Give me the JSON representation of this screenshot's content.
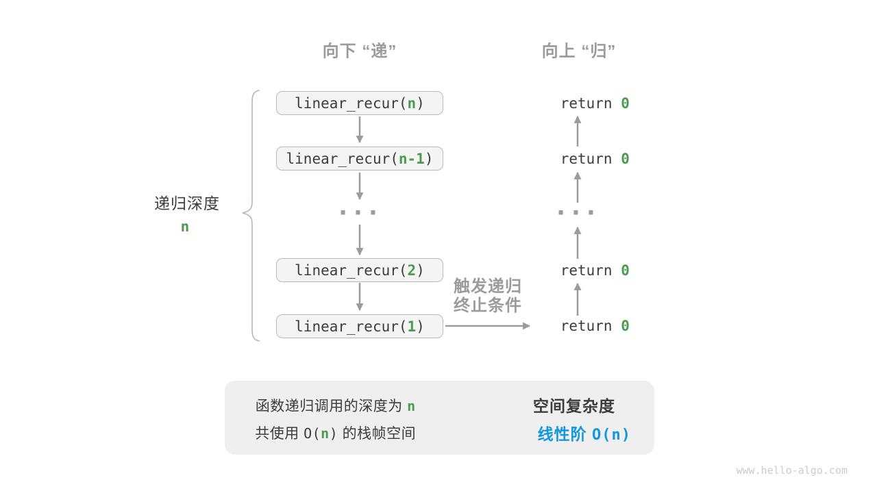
{
  "colors": {
    "accent_green": "#4a9b4e",
    "accent_blue": "#1296e0",
    "gray_label": "#9b9b9b",
    "dark_text": "#3c3c3c",
    "box_fill": "#f4f4f4",
    "box_border": "#b9b9b9",
    "summary_bg": "#efefef",
    "block_arrow": "#c5c5c5",
    "watermark": "#cbcbcb"
  },
  "headers": {
    "down_phase": "向下 “递”",
    "up_phase": "向上 “归”"
  },
  "depth_label": {
    "text": "递归深度",
    "value": "n"
  },
  "call_stack": [
    {
      "prefix": "linear_recur(",
      "arg": "n",
      "suffix": ")"
    },
    {
      "prefix": "linear_recur(",
      "arg": "n-1",
      "suffix": ")"
    },
    {
      "prefix": "linear_recur(",
      "arg": "2",
      "suffix": ")"
    },
    {
      "prefix": "linear_recur(",
      "arg": "1",
      "suffix": ")"
    }
  ],
  "returns": [
    {
      "prefix": "return ",
      "value": "0"
    },
    {
      "prefix": "return ",
      "value": "0"
    },
    {
      "prefix": "return ",
      "value": "0"
    },
    {
      "prefix": "return ",
      "value": "0"
    }
  ],
  "ellipsis": "···",
  "trigger_label": {
    "line1": "触发递归",
    "line2": "终止条件"
  },
  "summary": {
    "left_line1": {
      "text": "函数递归调用的深度为 ",
      "highlight": "n"
    },
    "left_line2": {
      "pre": "共使用 ",
      "code_open": "O(",
      "arg": "n",
      "code_close": ")",
      "post": " 的栈帧空间"
    },
    "right_title": "空间复杂度",
    "right_value": {
      "zh": "线性阶 ",
      "code": "O(n)"
    }
  },
  "watermark": "www.hello-algo.com"
}
